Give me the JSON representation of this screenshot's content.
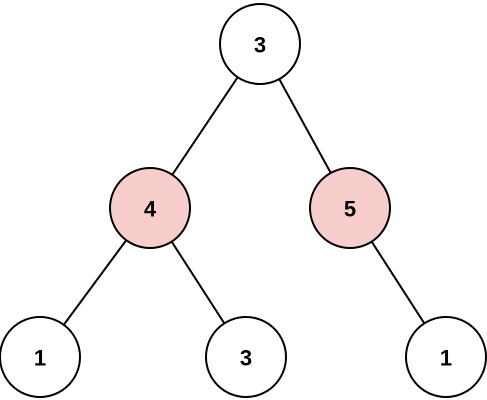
{
  "tree": {
    "colors": {
      "default_fill": "#ffffff",
      "highlight_fill": "#f8cecc",
      "stroke": "#000000"
    },
    "nodes": [
      {
        "id": "root",
        "value": "3",
        "highlighted": false
      },
      {
        "id": "left",
        "value": "4",
        "highlighted": true
      },
      {
        "id": "right",
        "value": "5",
        "highlighted": true
      },
      {
        "id": "left-left",
        "value": "1",
        "highlighted": false
      },
      {
        "id": "left-right",
        "value": "3",
        "highlighted": false
      },
      {
        "id": "right-right",
        "value": "1",
        "highlighted": false
      }
    ],
    "edges": [
      {
        "from": "root",
        "to": "left"
      },
      {
        "from": "root",
        "to": "right"
      },
      {
        "from": "left",
        "to": "left-left"
      },
      {
        "from": "left",
        "to": "left-right"
      },
      {
        "from": "right",
        "to": "right-right"
      }
    ]
  }
}
